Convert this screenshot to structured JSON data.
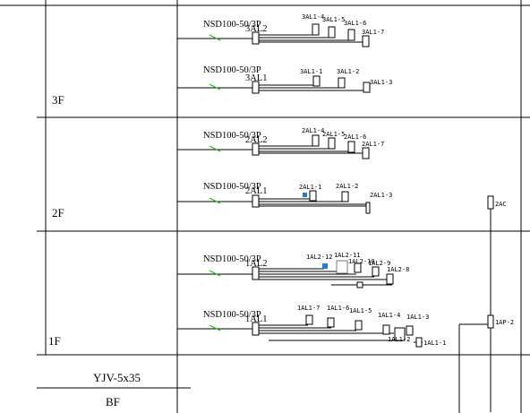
{
  "floors": [
    {
      "label": "3F"
    },
    {
      "label": "2F"
    },
    {
      "label": "1F"
    },
    {
      "label": "BF"
    }
  ],
  "cable": "YJV-5x35",
  "breaker_model": "NSD100-50/3P",
  "panels": [
    {
      "label": "3AL2",
      "circuits": [
        "3AL1-4",
        "3AL1-5",
        "3AL1-6",
        "3AL1-7"
      ]
    },
    {
      "label": "3AL1",
      "circuits": [
        "3AL1-1",
        "3AL1-2",
        "3AL1-3"
      ]
    },
    {
      "label": "2AL2",
      "circuits": [
        "2AL1-4",
        "2AL1-5",
        "2AL1-6",
        "2AL1-7"
      ]
    },
    {
      "label": "2AL1",
      "circuits": [
        "2AL1-1",
        "2AL1-2",
        "2AL1-3"
      ]
    },
    {
      "label": "1AL2",
      "circuits": [
        "1AL2-12",
        "1AL2-11",
        "1AL2-10",
        "1AL2-9",
        "1AL2-8"
      ]
    },
    {
      "label": "1AL1",
      "circuits": [
        "1AL1-7",
        "1AL1-6",
        "1AL1-5",
        "1AL1-4",
        "1AL1-3",
        "1AL1-2",
        "1AL1-1"
      ]
    }
  ],
  "riser": {
    "top_label": "2AC",
    "bottom_label": "1AP-2"
  }
}
